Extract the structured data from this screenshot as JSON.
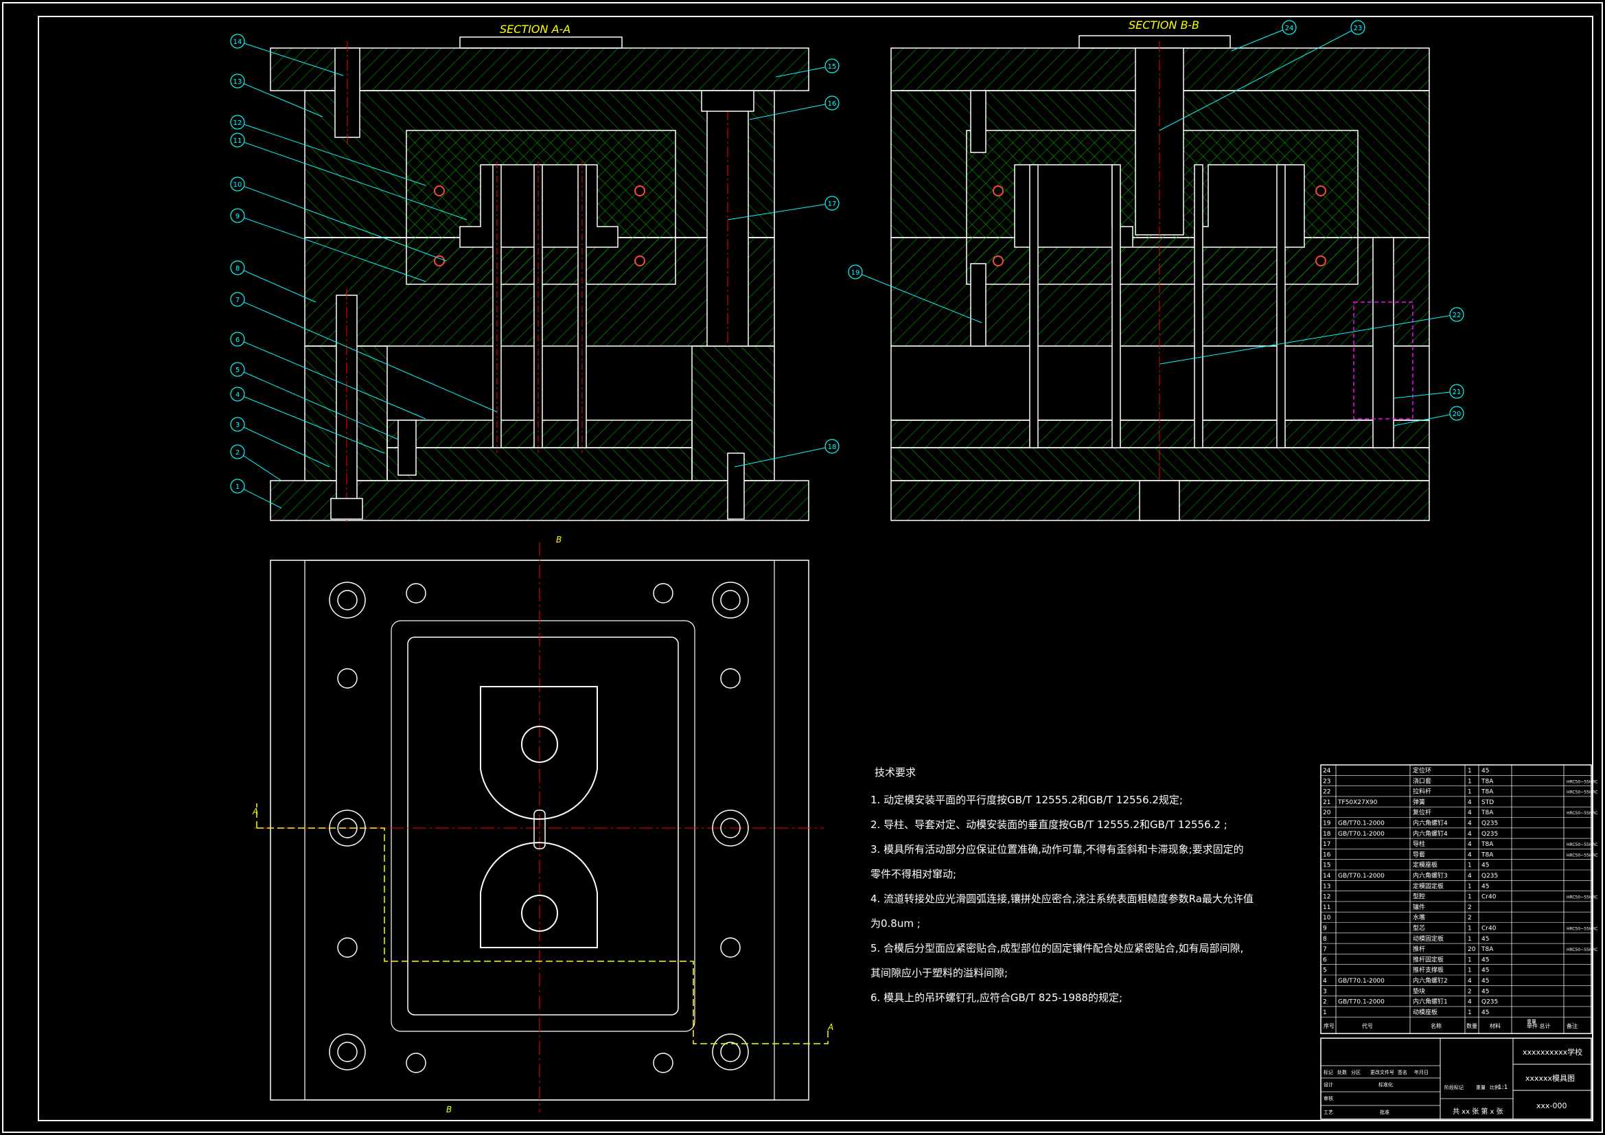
{
  "sections": {
    "a_title": "SECTION A-A",
    "b_title": "SECTION B-B"
  },
  "balloons_a": [
    "1",
    "2",
    "3",
    "4",
    "5",
    "6",
    "7",
    "8",
    "9",
    "10",
    "11",
    "12",
    "13",
    "14",
    "15",
    "16",
    "17",
    "18"
  ],
  "balloons_b": [
    "19",
    "20",
    "21",
    "22",
    "23",
    "24"
  ],
  "cut_marks": {
    "a": "A",
    "b": "B"
  },
  "tech": {
    "heading": "技术要求",
    "lines": [
      "1. 动定模安装平面的平行度按GB/T 12555.2和GB/T 12556.2规定;",
      "2. 导柱、导套对定、动模安装面的垂直度按GB/T 12555.2和GB/T 12556.2 ;",
      "3. 模具所有活动部分应保证位置准确,动作可靠,不得有歪斜和卡滞现象;要求固定的",
      "   零件不得相对窜动;",
      "4. 流道转接处应光滑圆弧连接,镶拼处应密合,浇注系统表面粗糙度参数Ra最大允许值",
      "   为0.8um ;",
      "5. 合模后分型面应紧密贴合,成型部位的固定镶件配合处应紧密贴合,如有局部间隙,",
      "   其间隙应小于塑料的溢料间隙;",
      "6. 模具上的吊环螺钉孔,应符合GB/T 825-1988的规定;"
    ]
  },
  "bom": {
    "rows": [
      [
        "24",
        "",
        "定位环",
        "1",
        "45",
        ""
      ],
      [
        "23",
        "",
        "浇口套",
        "1",
        "T8A",
        "HRC50~55HRC"
      ],
      [
        "22",
        "",
        "拉料杆",
        "1",
        "T8A",
        "HRC50~55HRC"
      ],
      [
        "21",
        "TF50X27X90",
        "弹簧",
        "4",
        "STD",
        ""
      ],
      [
        "20",
        "",
        "复位杆",
        "4",
        "T8A",
        "HRC50~55HRC"
      ],
      [
        "19",
        "GB/T70.1-2000",
        "内六角螺钉4",
        "4",
        "Q235",
        ""
      ],
      [
        "18",
        "GB/T70.1-2000",
        "内六角螺钉4",
        "4",
        "Q235",
        ""
      ],
      [
        "17",
        "",
        "导柱",
        "4",
        "T8A",
        "HRC50~55HRC"
      ],
      [
        "16",
        "",
        "导套",
        "4",
        "T8A",
        "HRC50~55HRC"
      ],
      [
        "15",
        "",
        "定模座板",
        "1",
        "45",
        ""
      ],
      [
        "14",
        "GB/T70.1-2000",
        "内六角螺钉3",
        "4",
        "Q235",
        ""
      ],
      [
        "13",
        "",
        "定模固定板",
        "1",
        "45",
        ""
      ],
      [
        "12",
        "",
        "型腔",
        "1",
        "Cr40",
        "HRC50~55HRC"
      ],
      [
        "11",
        "",
        "镶件",
        "2",
        "",
        ""
      ],
      [
        "10",
        "",
        "水嘴",
        "2",
        "",
        ""
      ],
      [
        "9",
        "",
        "型芯",
        "1",
        "Cr40",
        "HRC50~55HRC"
      ],
      [
        "8",
        "",
        "动模固定板",
        "1",
        "45",
        ""
      ],
      [
        "7",
        "",
        "推杆",
        "20",
        "T8A",
        "HRC50~55HRC"
      ],
      [
        "6",
        "",
        "推杆固定板",
        "1",
        "45",
        ""
      ],
      [
        "5",
        "",
        "推杆支撑板",
        "1",
        "45",
        ""
      ],
      [
        "4",
        "GB/T70.1-2000",
        "内六角螺钉2",
        "4",
        "45",
        ""
      ],
      [
        "3",
        "",
        "垫块",
        "2",
        "45",
        ""
      ],
      [
        "2",
        "GB/T70.1-2000",
        "内六角螺钉1",
        "4",
        "Q235",
        ""
      ],
      [
        "1",
        "",
        "动模座板",
        "1",
        "45",
        ""
      ]
    ],
    "header": [
      "序号",
      "代号",
      "名称",
      "数量",
      "材料",
      "单件 总计",
      "备注"
    ],
    "header_sub": "重量"
  },
  "title_block": {
    "school": "xxxxxxxxxx学校",
    "drawing_name": "xxxxxx模具图",
    "drawing_no": "xxx-000",
    "scale": "1:1",
    "sheets": "共 xx 张  第 x 张",
    "labels": [
      "标记",
      "处数",
      "分区",
      "更改文件号",
      "签名",
      "年月日",
      "设计",
      "标准化",
      "阶段标记",
      "重量",
      "比例",
      "审核",
      "工艺",
      "批准"
    ]
  },
  "colors": {
    "background": "#000000",
    "outline": "#ffffff",
    "hatch": "#00a800",
    "leader": "#00ffff",
    "centerline": "#ff0000",
    "section_title": "#ffff00",
    "hidden": "#ff00ff"
  }
}
